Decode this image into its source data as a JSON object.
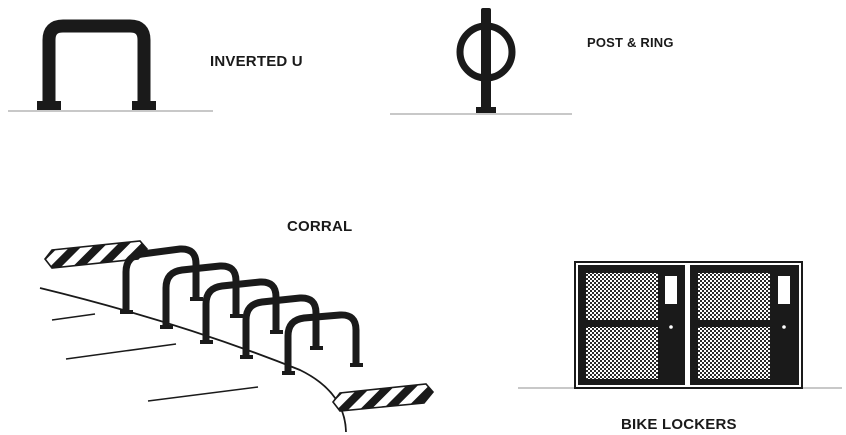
{
  "labels": {
    "inverted_u": "INVERTED U",
    "post_ring": "POST & RING",
    "corral": "CORRAL",
    "bike_lockers": "BIKE LOCKERS"
  },
  "colors": {
    "ink": "#1a1a1a",
    "ground_line": "#b5b5b5",
    "background": "#ffffff"
  },
  "icons": [
    "inverted-u-rack-icon",
    "post-and-ring-rack-icon",
    "bike-corral-icon",
    "bike-locker-icon"
  ]
}
